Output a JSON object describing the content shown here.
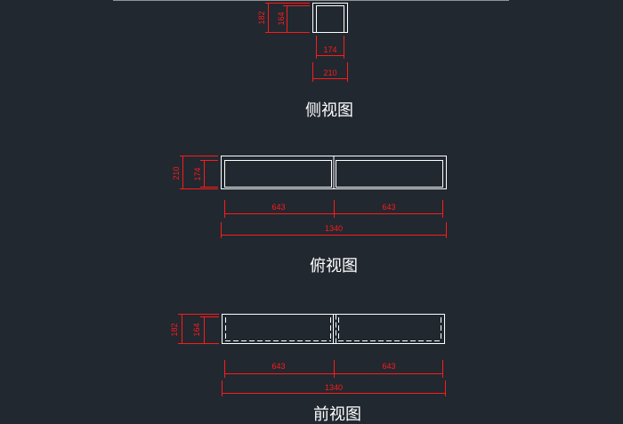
{
  "colors": {
    "background": "#212830",
    "geometry": "#ffffff",
    "dimension": "#ff1a1a"
  },
  "side_view": {
    "title": "侧视图",
    "dims": {
      "outer_height": "182",
      "inner_height": "164",
      "inner_width": "174",
      "outer_width": "210"
    }
  },
  "top_view": {
    "title": "俯视图",
    "dims": {
      "outer_height": "210",
      "inner_height": "174",
      "left_width": "643",
      "right_width": "643",
      "total_width": "1340"
    }
  },
  "front_view": {
    "title": "前视图",
    "dims": {
      "outer_height": "182",
      "inner_height": "164",
      "left_width": "643",
      "right_width": "643",
      "total_width": "1340"
    }
  }
}
